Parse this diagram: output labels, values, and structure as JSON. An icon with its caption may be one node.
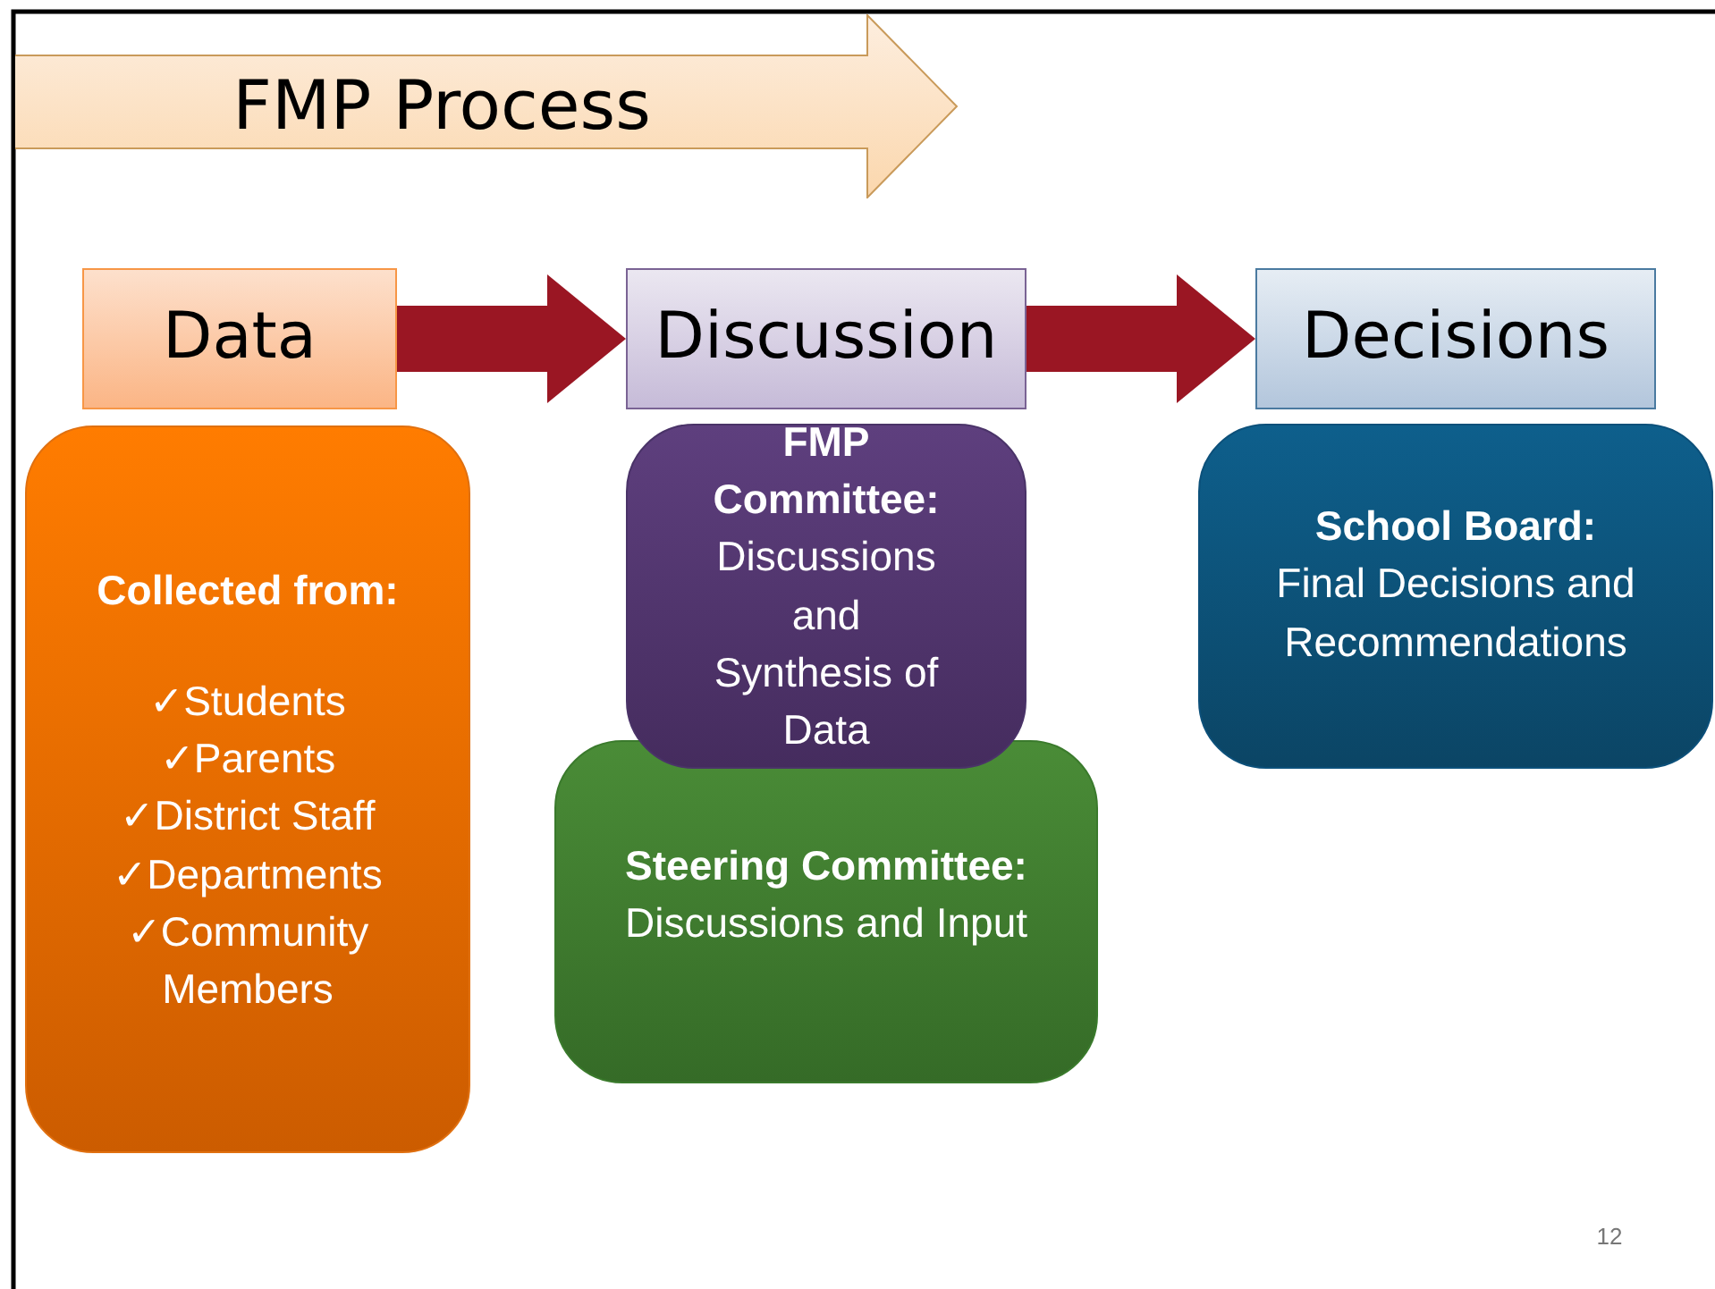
{
  "diagram": {
    "nodes": [
      {
        "text": [
          "FMP Process"
        ]
      },
      {
        "text": [
          "Data"
        ]
      },
      {
        "text": [
          "Discussion"
        ]
      },
      {
        "text": [
          "Decisions"
        ]
      },
      {
        "text": [
          "Collected from:",
          "✓Students",
          "✓Parents",
          "✓District Staff",
          "✓Departments",
          "✓Community Members"
        ]
      },
      {
        "text": [
          "FMP Committee:",
          "Discussions and Synthesis of Data"
        ]
      },
      {
        "text": [
          "Steering Committee:",
          "Discussions and Input"
        ]
      },
      {
        "text": [
          "School Board:",
          "Final Decisions and Recommendations"
        ]
      }
    ],
    "edges": [
      {
        "from": 1,
        "to": 2,
        "arrow": "to"
      },
      {
        "from": 2,
        "to": 3,
        "arrow": "to"
      }
    ],
    "labels": [
      "12"
    ]
  }
}
